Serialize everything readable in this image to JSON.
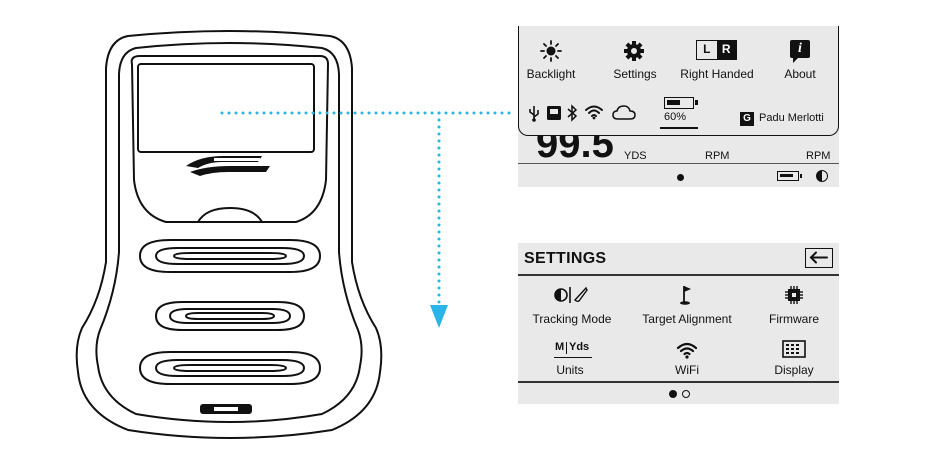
{
  "colors": {
    "screen_bg": "#e9e9e9",
    "device_line": "#111111",
    "pointer": "#2ab4e8"
  },
  "device": {
    "brand_mark": "launch monitor logo"
  },
  "quick_menu": {
    "items": [
      {
        "label": "Backlight",
        "icon": "sun-icon"
      },
      {
        "label": "Settings",
        "icon": "gear-icon"
      },
      {
        "label": "Right Handed",
        "icon": "left-right-icon",
        "icon_left": "L",
        "icon_right": "R"
      },
      {
        "label": "About",
        "icon": "info-icon",
        "icon_glyph": "i"
      }
    ],
    "status_icons": [
      "usb-icon",
      "storage-icon",
      "bluetooth-icon",
      "wifi-icon",
      "cloud-icon"
    ],
    "battery_percent": "60%",
    "battery_level": 0.6,
    "user_badge": "G",
    "user_name": "Padu Merlotti",
    "behind": {
      "value": "99.5",
      "unit": "YDS",
      "rpm_1": "RPM",
      "rpm_2": "RPM"
    }
  },
  "settings": {
    "title": "SETTINGS",
    "back_icon": "back-arrow-icon",
    "items": [
      {
        "label": "Tracking Mode",
        "icon": "ball-club-icon"
      },
      {
        "label": "Target Alignment",
        "icon": "flag-icon"
      },
      {
        "label": "Firmware",
        "icon": "chip-icon"
      },
      {
        "label": "Units",
        "icon": "units-icon",
        "icon_text_m": "M",
        "icon_text_yds": "Yds"
      },
      {
        "label": "WiFi",
        "icon": "wifi-icon"
      },
      {
        "label": "Display",
        "icon": "display-icon"
      }
    ],
    "pages": 2,
    "active_page": 1
  }
}
